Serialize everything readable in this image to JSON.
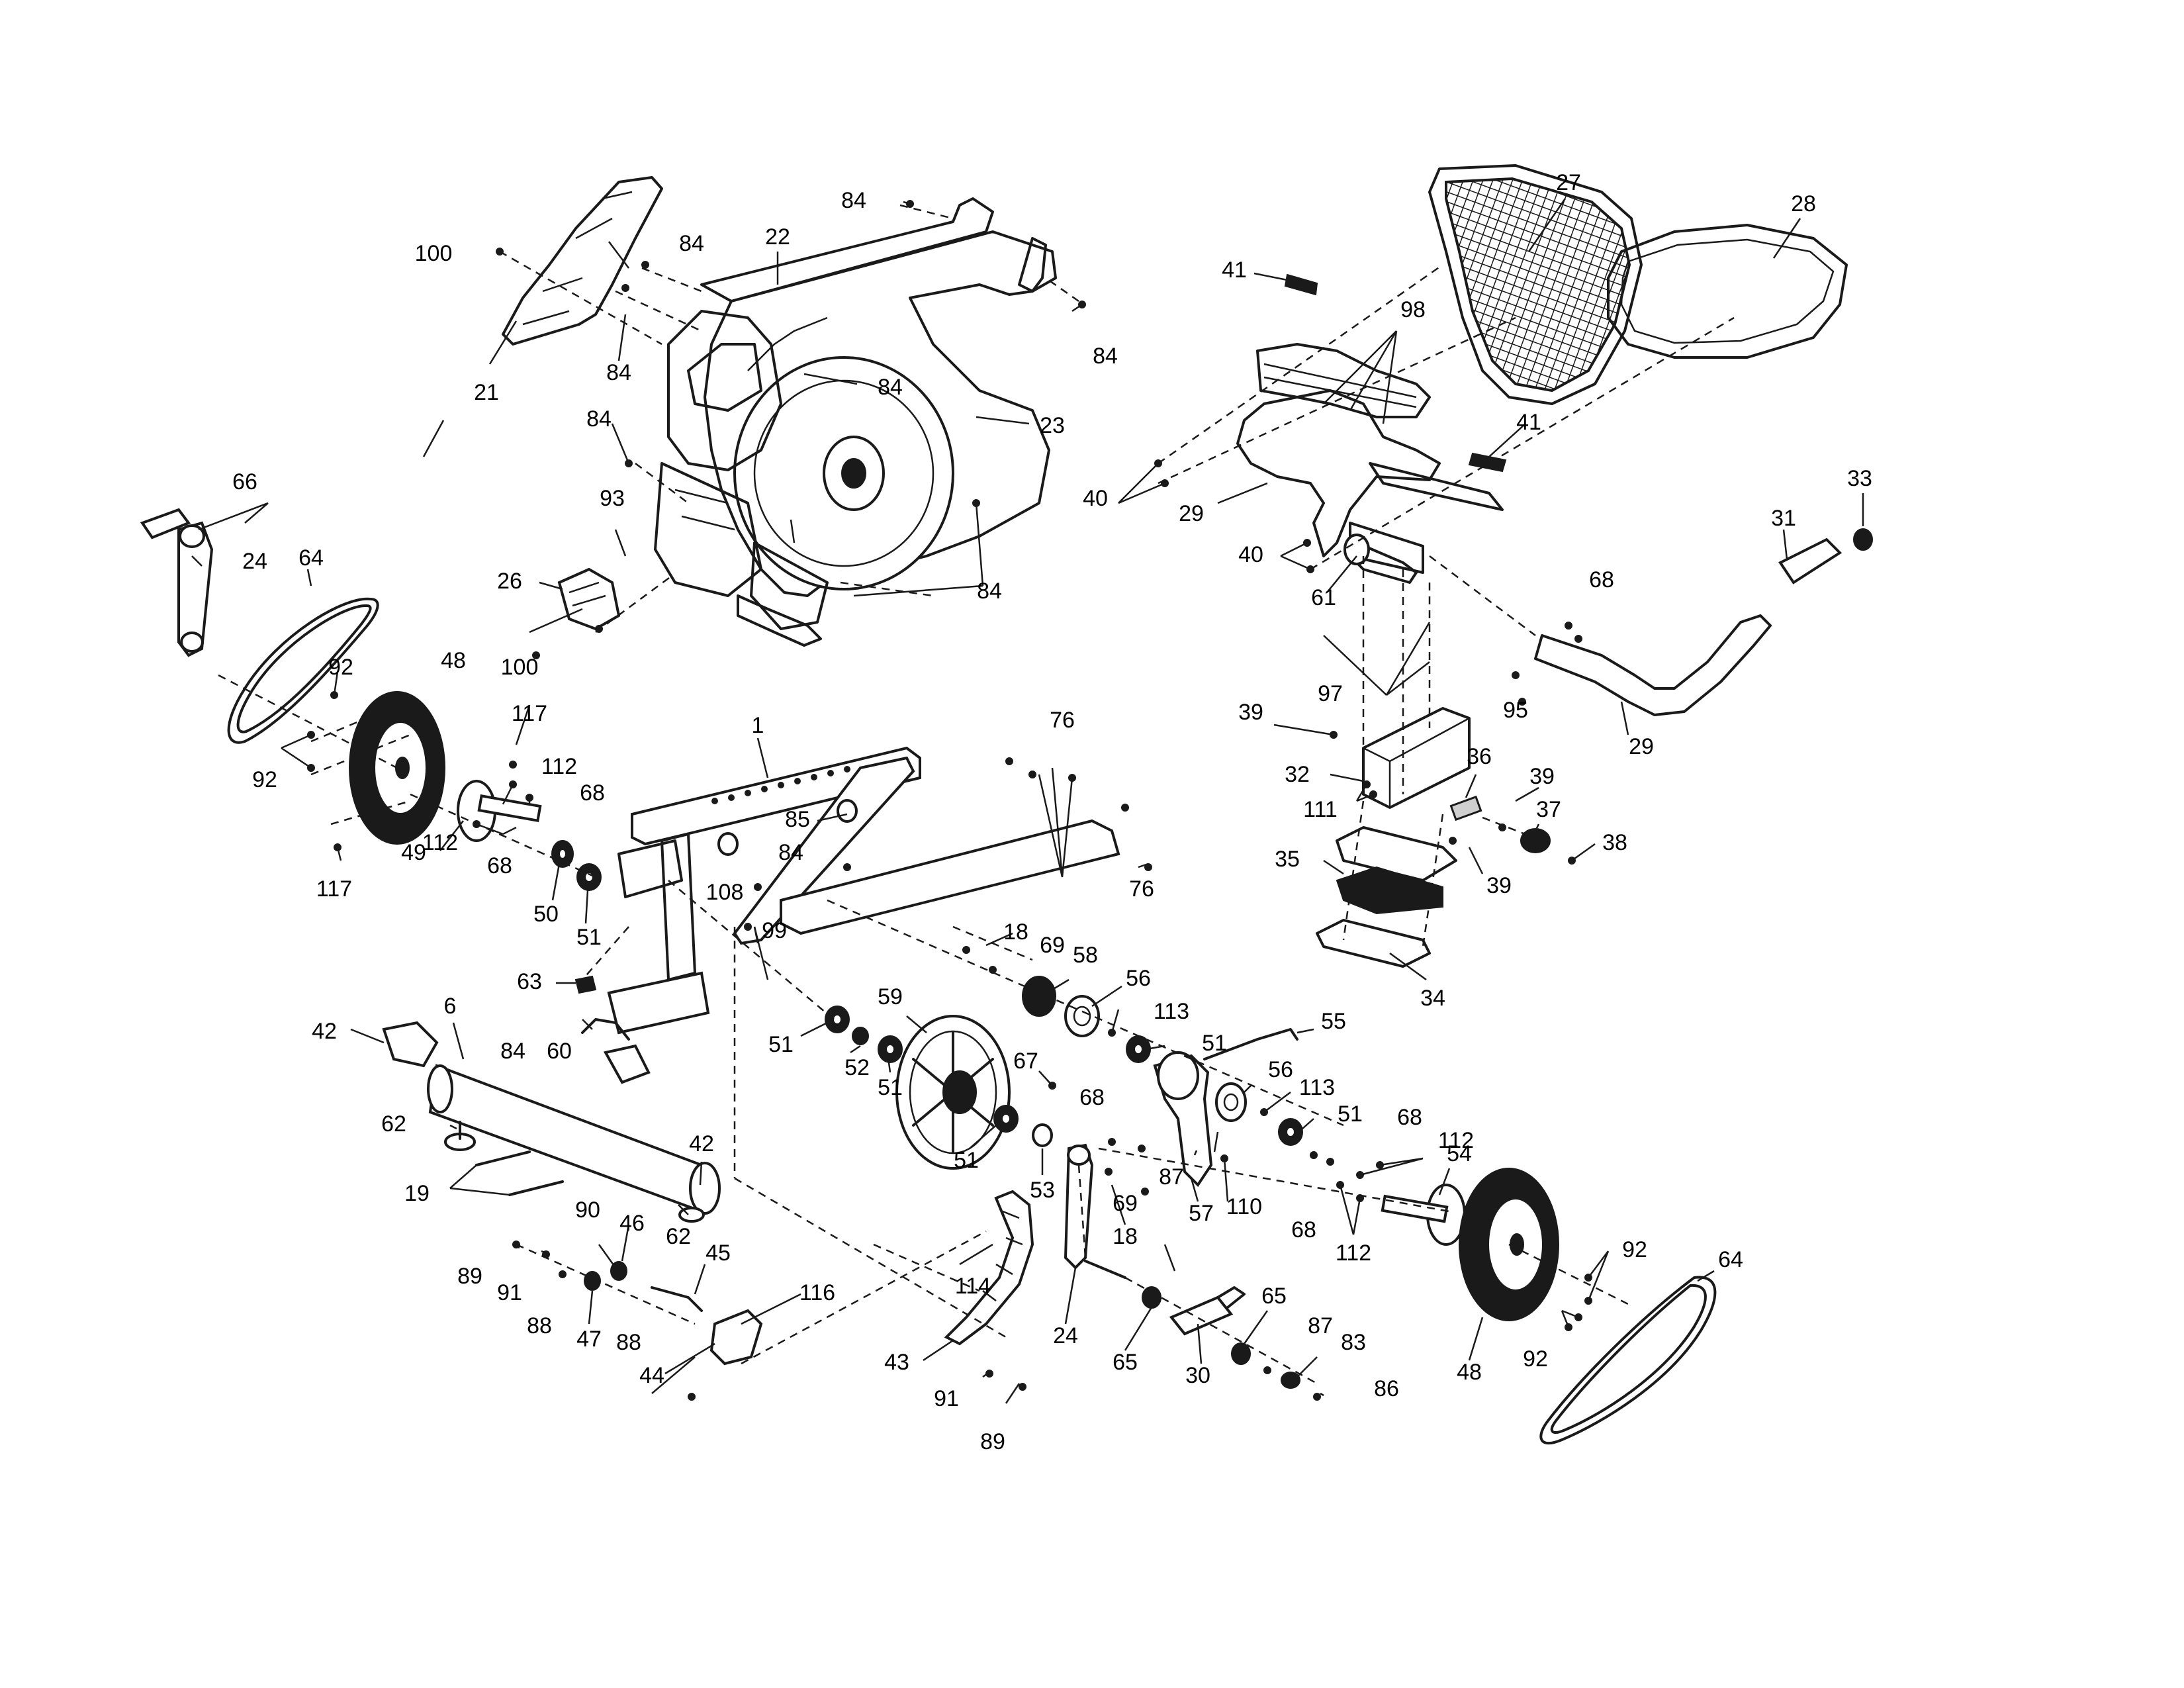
{
  "callouts": [
    {
      "id": "c1",
      "text": "1"
    },
    {
      "id": "c6",
      "text": "6"
    },
    {
      "id": "c18a",
      "text": "18"
    },
    {
      "id": "c18b",
      "text": "18"
    },
    {
      "id": "c19",
      "text": "19"
    },
    {
      "id": "c21",
      "text": "21"
    },
    {
      "id": "c22",
      "text": "22"
    },
    {
      "id": "c23",
      "text": "23"
    },
    {
      "id": "c24a",
      "text": "24"
    },
    {
      "id": "c24b",
      "text": "24"
    },
    {
      "id": "c26",
      "text": "26"
    },
    {
      "id": "c27",
      "text": "27"
    },
    {
      "id": "c28",
      "text": "28"
    },
    {
      "id": "c29a",
      "text": "29"
    },
    {
      "id": "c29b",
      "text": "29"
    },
    {
      "id": "c30",
      "text": "30"
    },
    {
      "id": "c31",
      "text": "31"
    },
    {
      "id": "c32",
      "text": "32"
    },
    {
      "id": "c33",
      "text": "33"
    },
    {
      "id": "c34",
      "text": "34"
    },
    {
      "id": "c35",
      "text": "35"
    },
    {
      "id": "c36",
      "text": "36"
    },
    {
      "id": "c37",
      "text": "37"
    },
    {
      "id": "c38",
      "text": "38"
    },
    {
      "id": "c39a",
      "text": "39"
    },
    {
      "id": "c39b",
      "text": "39"
    },
    {
      "id": "c39c",
      "text": "39"
    },
    {
      "id": "c40a",
      "text": "40"
    },
    {
      "id": "c40b",
      "text": "40"
    },
    {
      "id": "c41a",
      "text": "41"
    },
    {
      "id": "c41b",
      "text": "41"
    },
    {
      "id": "c42a",
      "text": "42"
    },
    {
      "id": "c42b",
      "text": "42"
    },
    {
      "id": "c43",
      "text": "43"
    },
    {
      "id": "c44",
      "text": "44"
    },
    {
      "id": "c45",
      "text": "45"
    },
    {
      "id": "c46",
      "text": "46"
    },
    {
      "id": "c47",
      "text": "47"
    },
    {
      "id": "c48a",
      "text": "48"
    },
    {
      "id": "c48b",
      "text": "48"
    },
    {
      "id": "c49",
      "text": "49"
    },
    {
      "id": "c50",
      "text": "50"
    },
    {
      "id": "c51a",
      "text": "51"
    },
    {
      "id": "c51b",
      "text": "51"
    },
    {
      "id": "c51c",
      "text": "51"
    },
    {
      "id": "c51d",
      "text": "51"
    },
    {
      "id": "c51e",
      "text": "51"
    },
    {
      "id": "c51f",
      "text": "51"
    },
    {
      "id": "c52",
      "text": "52"
    },
    {
      "id": "c53",
      "text": "53"
    },
    {
      "id": "c54",
      "text": "54"
    },
    {
      "id": "c55",
      "text": "55"
    },
    {
      "id": "c56a",
      "text": "56"
    },
    {
      "id": "c56b",
      "text": "56"
    },
    {
      "id": "c57",
      "text": "57"
    },
    {
      "id": "c58",
      "text": "58"
    },
    {
      "id": "c59",
      "text": "59"
    },
    {
      "id": "c60",
      "text": "60"
    },
    {
      "id": "c61",
      "text": "61"
    },
    {
      "id": "c62a",
      "text": "62"
    },
    {
      "id": "c62b",
      "text": "62"
    },
    {
      "id": "c63",
      "text": "63"
    },
    {
      "id": "c64a",
      "text": "64"
    },
    {
      "id": "c64b",
      "text": "64"
    },
    {
      "id": "c65a",
      "text": "65"
    },
    {
      "id": "c65b",
      "text": "65"
    },
    {
      "id": "c66",
      "text": "66"
    },
    {
      "id": "c67",
      "text": "67"
    },
    {
      "id": "c68a",
      "text": "68"
    },
    {
      "id": "c68b",
      "text": "68"
    },
    {
      "id": "c68c",
      "text": "68"
    },
    {
      "id": "c68d",
      "text": "68"
    },
    {
      "id": "c68e",
      "text": "68"
    },
    {
      "id": "c68f",
      "text": "68"
    },
    {
      "id": "c69a",
      "text": "69"
    },
    {
      "id": "c69b",
      "text": "69"
    },
    {
      "id": "c76a",
      "text": "76"
    },
    {
      "id": "c76b",
      "text": "76"
    },
    {
      "id": "c83",
      "text": "83"
    },
    {
      "id": "c84a",
      "text": "84"
    },
    {
      "id": "c84b",
      "text": "84"
    },
    {
      "id": "c84c",
      "text": "84"
    },
    {
      "id": "c84d",
      "text": "84"
    },
    {
      "id": "c84e",
      "text": "84"
    },
    {
      "id": "c84f",
      "text": "84"
    },
    {
      "id": "c84g",
      "text": "84"
    },
    {
      "id": "c84h",
      "text": "84"
    },
    {
      "id": "c84i",
      "text": "84"
    },
    {
      "id": "c85",
      "text": "85"
    },
    {
      "id": "c86",
      "text": "86"
    },
    {
      "id": "c87a",
      "text": "87"
    },
    {
      "id": "c87b",
      "text": "87"
    },
    {
      "id": "c88a",
      "text": "88"
    },
    {
      "id": "c88b",
      "text": "88"
    },
    {
      "id": "c89a",
      "text": "89"
    },
    {
      "id": "c89b",
      "text": "89"
    },
    {
      "id": "c90",
      "text": "90"
    },
    {
      "id": "c91a",
      "text": "91"
    },
    {
      "id": "c91b",
      "text": "91"
    },
    {
      "id": "c92a",
      "text": "92"
    },
    {
      "id": "c92b",
      "text": "92"
    },
    {
      "id": "c92c",
      "text": "92"
    },
    {
      "id": "c92d",
      "text": "92"
    },
    {
      "id": "c93",
      "text": "93"
    },
    {
      "id": "c95",
      "text": "95"
    },
    {
      "id": "c97",
      "text": "97"
    },
    {
      "id": "c98",
      "text": "98"
    },
    {
      "id": "c99",
      "text": "99"
    },
    {
      "id": "c100a",
      "text": "100"
    },
    {
      "id": "c100b",
      "text": "100"
    },
    {
      "id": "c108",
      "text": "108"
    },
    {
      "id": "c110",
      "text": "110"
    },
    {
      "id": "c111",
      "text": "111"
    },
    {
      "id": "c112a",
      "text": "112"
    },
    {
      "id": "c112b",
      "text": "112"
    },
    {
      "id": "c112c",
      "text": "112"
    },
    {
      "id": "c112d",
      "text": "112"
    },
    {
      "id": "c113a",
      "text": "113"
    },
    {
      "id": "c113b",
      "text": "113"
    },
    {
      "id": "c114",
      "text": "114"
    },
    {
      "id": "c116",
      "text": "116"
    },
    {
      "id": "c117a",
      "text": "117"
    },
    {
      "id": "c117b",
      "text": "117"
    }
  ]
}
